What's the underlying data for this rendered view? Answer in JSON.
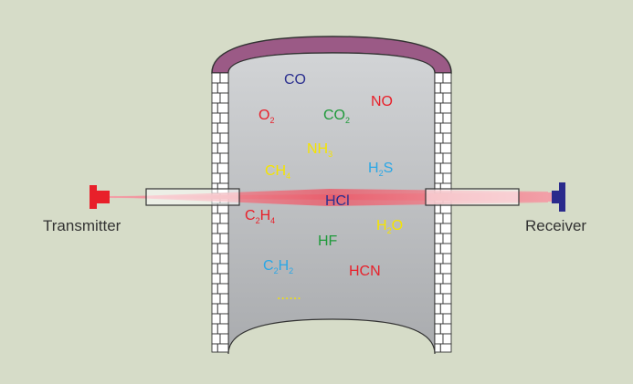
{
  "colors": {
    "background": "#d6dcc8",
    "wall_brick": "#ffffff",
    "wall_outline": "#333333",
    "dome": "#9b5a86",
    "interior": "#b9bbbd",
    "beam": "#e86a78",
    "transmitter": "#e8202a",
    "receiver": "#2a2a8c"
  },
  "labels": {
    "transmitter": "Transmitter",
    "receiver": "Receiver"
  },
  "gases": [
    {
      "id": "co",
      "main": "CO",
      "parts": [],
      "color": "#2b2f8f"
    },
    {
      "id": "no",
      "main": "NO",
      "parts": [],
      "color": "#e8202a"
    },
    {
      "id": "o2",
      "main": "O",
      "parts": [
        [
          "2",
          "sub"
        ]
      ],
      "color": "#e8202a"
    },
    {
      "id": "co2",
      "main": "CO",
      "parts": [
        [
          "2",
          "sub"
        ]
      ],
      "color": "#1f9a3a"
    },
    {
      "id": "nh3",
      "main": "NH",
      "parts": [
        [
          "3",
          "sub"
        ]
      ],
      "color": "#f5e400"
    },
    {
      "id": "ch4",
      "main": "CH",
      "parts": [
        [
          "4",
          "sub"
        ]
      ],
      "color": "#f5e400"
    },
    {
      "id": "h2s",
      "main": "H",
      "parts": [
        [
          "2",
          "sub"
        ],
        [
          "S",
          ""
        ]
      ],
      "color": "#2aa7e6"
    },
    {
      "id": "hcl",
      "main": "HCl",
      "parts": [],
      "color": "#2b2f8f"
    },
    {
      "id": "c2h4",
      "main": "C",
      "parts": [
        [
          "2",
          "sub"
        ],
        [
          "H",
          ""
        ],
        [
          "4",
          "sub"
        ]
      ],
      "color": "#e8202a"
    },
    {
      "id": "h2o",
      "main": "H",
      "parts": [
        [
          "2",
          "sub"
        ],
        [
          "O",
          ""
        ]
      ],
      "color": "#f5e400"
    },
    {
      "id": "hf",
      "main": "HF",
      "parts": [],
      "color": "#1f9a3a"
    },
    {
      "id": "c2h2",
      "main": "C",
      "parts": [
        [
          "2",
          "sub"
        ],
        [
          "H",
          ""
        ],
        [
          "2",
          "sub"
        ]
      ],
      "color": "#2aa7e6"
    },
    {
      "id": "hcn",
      "main": "HCN",
      "parts": [],
      "color": "#e8202a"
    },
    {
      "id": "more",
      "main": "......",
      "parts": [],
      "color": "#f5e400"
    }
  ]
}
